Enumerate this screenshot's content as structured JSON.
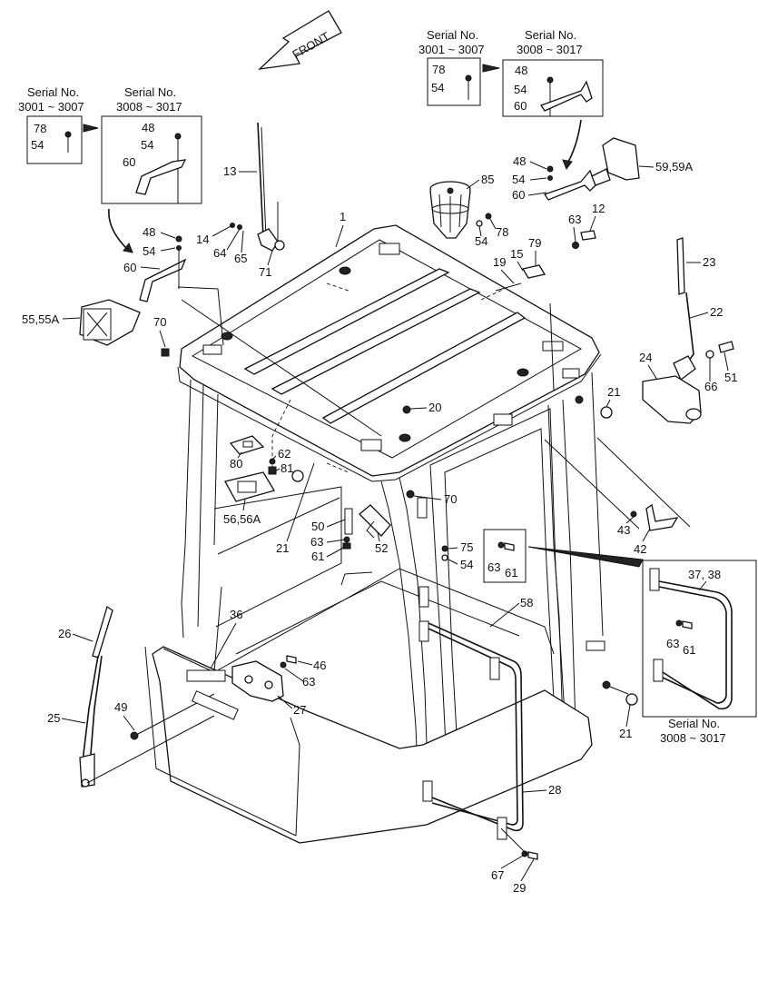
{
  "direction": "FRONT",
  "serial_ranges": {
    "early": [
      "Serial No.",
      "3001 ~ 3007"
    ],
    "late": [
      "Serial No.",
      "3008 ~ 3017"
    ]
  },
  "callouts": {
    "p1": "1",
    "p12": "12",
    "p13": "13",
    "p14": "14",
    "p15": "15",
    "p19": "19",
    "p20": "20",
    "p21a": "21",
    "p21b": "21",
    "p21c": "21",
    "p22": "22",
    "p23": "23",
    "p24": "24",
    "p25": "25",
    "p26": "26",
    "p27": "27",
    "p28": "28",
    "p29": "29",
    "p36": "36",
    "p3738": "37, 38",
    "p42": "42",
    "p43": "43",
    "p46": "46",
    "p49": "49",
    "p50": "50",
    "p51": "51",
    "p52": "52",
    "p54a": "54",
    "p54b": "54",
    "p54c": "54",
    "p54d": "54",
    "p54e": "54",
    "p54f": "54",
    "p54g": "54",
    "p54h": "54",
    "p48a": "48",
    "p48b": "48",
    "p48c": "48",
    "p48d": "48",
    "p5555a": "55,55A",
    "p5656a": "56,56A",
    "p58": "58",
    "p5959a": "59,59A",
    "p60a": "60",
    "p60b": "60",
    "p60c": "60",
    "p60d": "60",
    "p61a": "61",
    "p61b": "61",
    "p61c": "61",
    "p62": "62",
    "p63a": "63",
    "p63b": "63",
    "p63c": "63",
    "p63d": "63",
    "p63e": "63",
    "p64": "64",
    "p65": "65",
    "p66": "66",
    "p67": "67",
    "p70a": "70",
    "p70b": "70",
    "p71": "71",
    "p75": "75",
    "p78a": "78",
    "p78b": "78",
    "p78c": "78",
    "p79": "79",
    "p80": "80",
    "p81": "81",
    "p85": "85"
  }
}
